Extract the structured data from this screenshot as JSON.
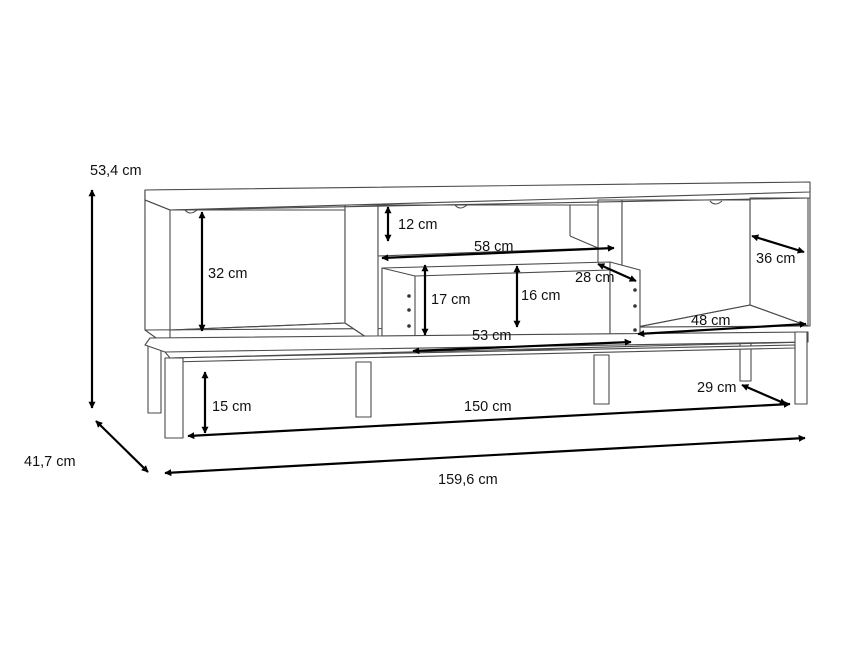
{
  "dimensions": {
    "total_height": "53,4 cm",
    "total_depth": "41,7 cm",
    "total_width": "159,6 cm",
    "base_width": "150 cm",
    "leg_height": "15 cm",
    "base_depth": "29 cm",
    "compartment_height": "32 cm",
    "top_opening_height": "12 cm",
    "top_opening_width": "58 cm",
    "drawer_front_height": "17 cm",
    "drawer_inner_height": "16 cm",
    "drawer_depth": "28 cm",
    "drawer_width": "53 cm",
    "right_compartment_depth": "36 cm",
    "right_compartment_width": "48 cm"
  }
}
